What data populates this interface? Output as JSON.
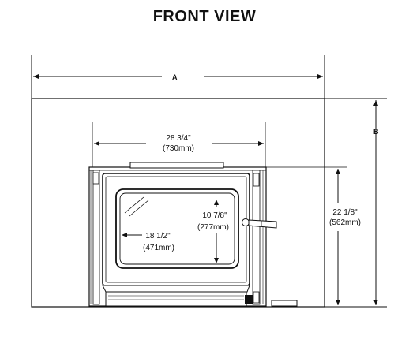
{
  "title": "FRONT VIEW",
  "dimensions": {
    "A": "A",
    "B": "B",
    "width_door": {
      "imperial": "28 3/4\"",
      "metric": "(730mm)"
    },
    "height_total": {
      "imperial": "22 1/8\"",
      "metric": "(562mm)"
    },
    "height_glass": {
      "imperial": "10 7/8\"",
      "metric": "(277mm)"
    },
    "width_glass": {
      "imperial": "18 1/2\"",
      "metric": "(471mm)"
    }
  }
}
